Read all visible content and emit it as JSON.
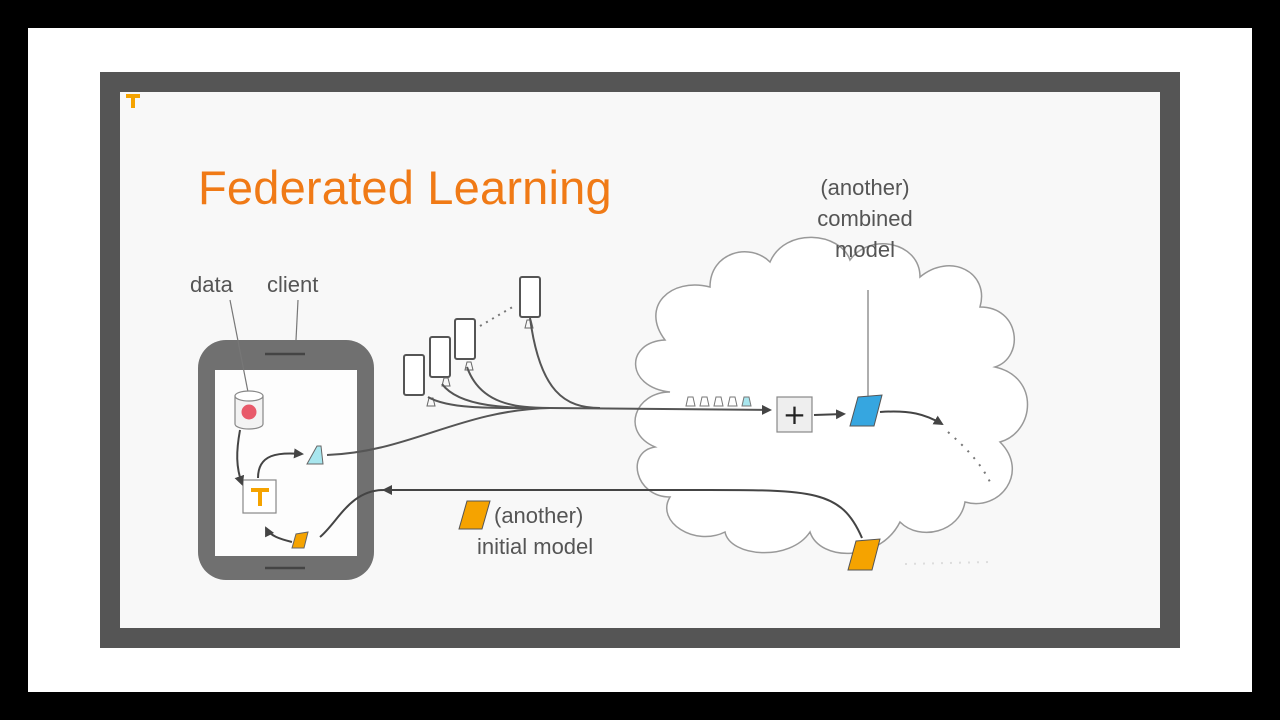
{
  "slide": {
    "title": "Federated Learning",
    "labels": {
      "data": "data",
      "client": "client",
      "combined_line1": "(another)",
      "combined_line2": "combined",
      "combined_line3": "model",
      "initial_line1": "(another)",
      "initial_line2": "initial model",
      "plus_symbol": "+"
    }
  },
  "colors": {
    "title": "#f07a16",
    "text": "#555555",
    "model_orange": "#f5a300",
    "model_blue": "#36a6e0",
    "phone_body": "#6b6b6b",
    "update_cyan": "#a8e6ee",
    "data_red": "#e85a6a"
  },
  "icons": [
    "tensorflow-logo-icon",
    "database-icon",
    "phone-icon",
    "cloud-icon",
    "plus-icon"
  ]
}
